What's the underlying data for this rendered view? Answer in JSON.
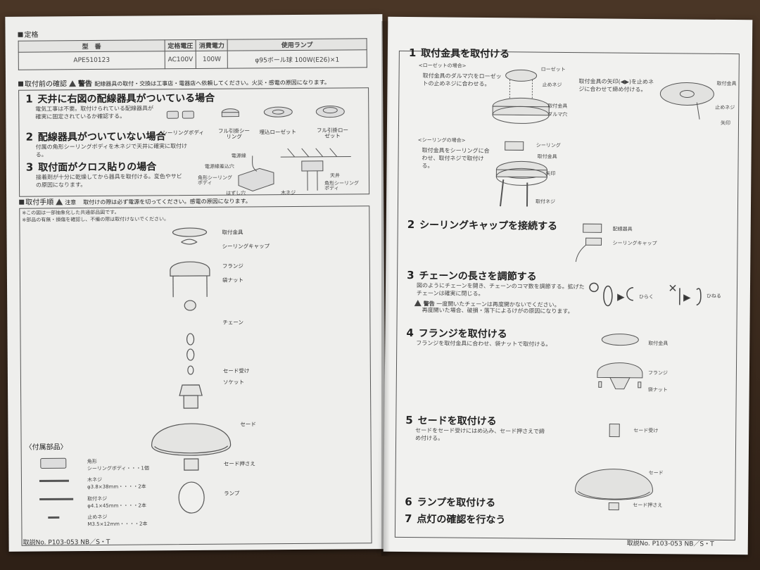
{
  "left": {
    "spec_heading": "定格",
    "spec_table": {
      "headers": [
        "型　番",
        "定格電圧",
        "消費電力",
        "使用ランプ"
      ],
      "row": [
        "APE510123",
        "AC100V",
        "100W",
        "φ95ボール球 100W(E26)×1"
      ]
    },
    "pre_check": {
      "heading": "取付前の確認",
      "warning_label": "警告",
      "warning_text": "配線器具の取付・交換は工事店・電器店へ依頼してください。火災・感電の原因になります。",
      "cases": [
        {
          "num": "1",
          "title": "天井に右図の配線器具がついている場合",
          "desc": "電気工事は不要。取付けられている配線器具が確実に固定されているか確認する。"
        },
        {
          "num": "2",
          "title": "配線器具がついていない場合",
          "desc": "付属の角形シーリングボディを木ネジで天井に確実に取付ける。"
        },
        {
          "num": "3",
          "title": "取付面がクロス貼りの場合",
          "desc": "接着剤が十分に乾燥してから器具を取付ける。変色やサビの原因になります。"
        }
      ],
      "fixtures": [
        "シーリングボディ",
        "フル引掛シーリング",
        "埋込ローゼット",
        "フル引掛ローゼット"
      ],
      "case2_labels": [
        "電源線",
        "電源線差込穴",
        "角形シーリングボディ",
        "はずし穴",
        "天井",
        "木ネジ",
        "角形シーリングボディ"
      ]
    },
    "procedure": {
      "heading": "取付手順",
      "caution_label": "注意",
      "caution_text": "取付けの際は必ず電源を切ってください。感電の原因になります。",
      "notes": [
        "※この図は一部抽象化した共通部品図です。",
        "※部品の有無・損傷を確認し、不備の際は取付けないでください。"
      ],
      "labels": [
        "取付金具",
        "シーリングキャップ",
        "フランジ",
        "袋ナット",
        "チェーン",
        "セード受け",
        "ソケット",
        "セード",
        "セード押さえ",
        "ランプ"
      ]
    },
    "accessories": {
      "heading": "〈付属部品〉",
      "items": [
        {
          "name": "角形",
          "spec": "シーリングボディ・・・1個"
        },
        {
          "name": "木ネジ",
          "spec": "φ3.8×38mm・・・・2本"
        },
        {
          "name": "取付ネジ",
          "spec": "φ4.1×45mm・・・・2本"
        },
        {
          "name": "止めネジ",
          "spec": "M3.5×12mm・・・・2本"
        }
      ]
    },
    "footer": "取説No. P103-053 NB／S・T"
  },
  "right": {
    "steps": [
      {
        "num": "1",
        "title": "取付金具を取付ける"
      },
      {
        "num": "2",
        "title": "シーリングキャップを接続する"
      },
      {
        "num": "3",
        "title": "チェーンの長さを調節する"
      },
      {
        "num": "4",
        "title": "フランジを取付ける"
      },
      {
        "num": "5",
        "title": "セードを取付ける"
      },
      {
        "num": "6",
        "title": "ランプを取付ける"
      },
      {
        "num": "7",
        "title": "点灯の確認を行なう"
      }
    ],
    "rosette_case": {
      "heading": "<ローゼットの場合>",
      "desc": "取付金具のダルマ穴をローゼットの止めネジに合わせる。",
      "labels": [
        "ローゼット",
        "止めネジ",
        "取付金具",
        "ダルマ穴"
      ]
    },
    "arrow_note": {
      "desc": "取付金具の矢印(◀▶)を止めネジに合わせて締め付ける。",
      "labels": [
        "取付金具",
        "止めネジ",
        "矢印"
      ]
    },
    "ceiling_case": {
      "heading": "<シーリングの場合>",
      "desc": "取付金具をシーリングに合わせ、取付ネジで取付ける。",
      "labels": [
        "シーリング",
        "取付金具",
        "矢印",
        "取付ネジ"
      ]
    },
    "step2_labels": [
      "配線器具",
      "シーリングキャップ"
    ],
    "step3": {
      "desc": "図のようにチェーンを開き、チェーンのコマ数を調節する。拡げたチェーンは確実に閉じる。",
      "warning_label": "警告",
      "warning_text": "一度開いたチェーンは再度開かないでください。",
      "warning_text2": "再度開いた場合、破損・落下によるけがの原因になります。",
      "open_label": "ひらく",
      "twist_label": "ひねる"
    },
    "step4": {
      "desc": "フランジを取付金具に合わせ、袋ナットで取付ける。",
      "labels": [
        "取付金具",
        "フランジ",
        "袋ナット"
      ]
    },
    "step5": {
      "desc": "セードをセード受けにはめ込み、セード押さえで締め付ける。",
      "labels": [
        "セード受け",
        "セード",
        "セード押さえ"
      ]
    },
    "footer": "取説No. P103-053 NB／S・T"
  }
}
